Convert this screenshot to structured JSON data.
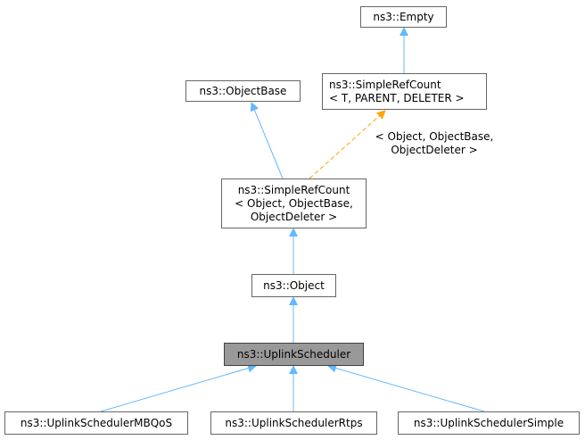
{
  "diagram": {
    "nodes": {
      "empty": {
        "lines": [
          "ns3::Empty"
        ]
      },
      "simplerefcount_template": {
        "lines": [
          "ns3::SimpleRefCount",
          "< T, PARENT, DELETER >"
        ]
      },
      "objectbase": {
        "lines": [
          "ns3::ObjectBase"
        ]
      },
      "simplerefcount_object": {
        "lines": [
          "ns3::SimpleRefCount",
          "< Object, ObjectBase,",
          "ObjectDeleter >"
        ]
      },
      "object": {
        "lines": [
          "ns3::Object"
        ]
      },
      "uplinkscheduler": {
        "lines": [
          "ns3::UplinkScheduler"
        ]
      },
      "mbqos": {
        "lines": [
          "ns3::UplinkSchedulerMBQoS"
        ]
      },
      "rtps": {
        "lines": [
          "ns3::UplinkSchedulerRtps"
        ]
      },
      "simple": {
        "lines": [
          "ns3::UplinkSchedulerSimple"
        ]
      }
    },
    "template_edge_label": [
      "< Object, ObjectBase,",
      "ObjectDeleter >"
    ],
    "colors": {
      "inheritance_edge": "#63b8ff",
      "template_edge": "#ffa500",
      "highlight_fill": "#999999",
      "node_border": "#666666"
    }
  }
}
